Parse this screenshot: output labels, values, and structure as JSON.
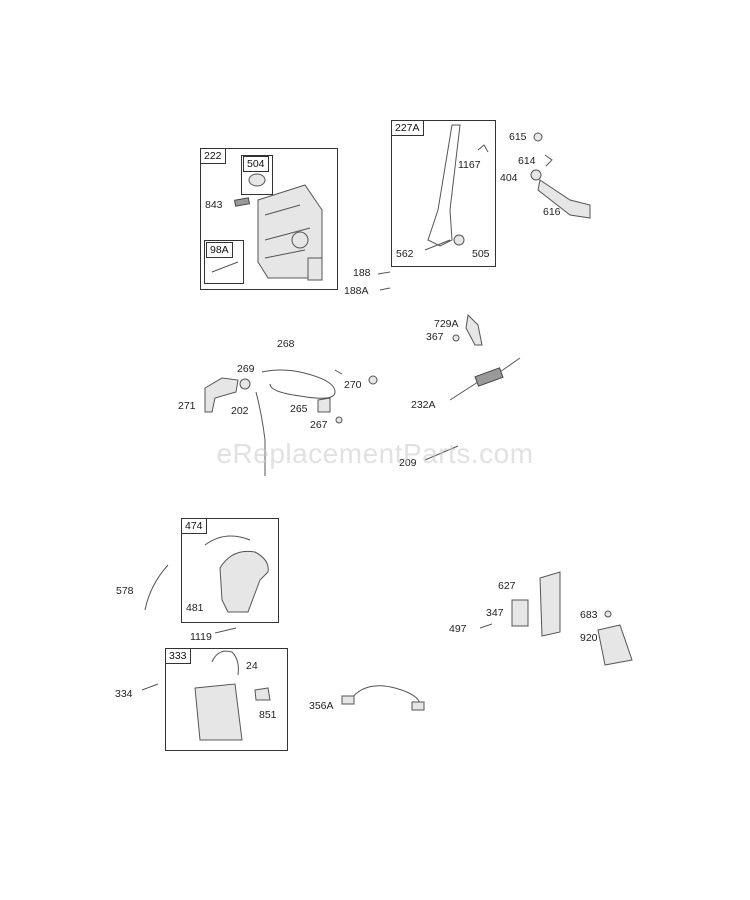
{
  "watermark": "eReplacementParts.com",
  "boxes": [
    {
      "name": "222",
      "tag": "222"
    },
    {
      "name": "504",
      "tag": "504"
    },
    {
      "name": "98a",
      "tag": "98A"
    },
    {
      "name": "227a",
      "tag": "227A"
    },
    {
      "name": "474",
      "tag": "474"
    },
    {
      "name": "333",
      "tag": "333"
    }
  ],
  "labels": {
    "843": "843",
    "188": "188",
    "188a": "188A",
    "1167": "1167",
    "562": "562",
    "505": "505",
    "615": "615",
    "614": "614",
    "404": "404",
    "616": "616",
    "729a": "729A",
    "367": "367",
    "268": "268",
    "269": "269",
    "270": "270",
    "271": "271",
    "202": "202",
    "265": "265",
    "267": "267",
    "232a": "232A",
    "209": "209",
    "578": "578",
    "481": "481",
    "1119": "1119",
    "24": "24",
    "334": "334",
    "851": "851",
    "356a": "356A",
    "627": "627",
    "347": "347",
    "497": "497",
    "683": "683",
    "920": "920"
  }
}
